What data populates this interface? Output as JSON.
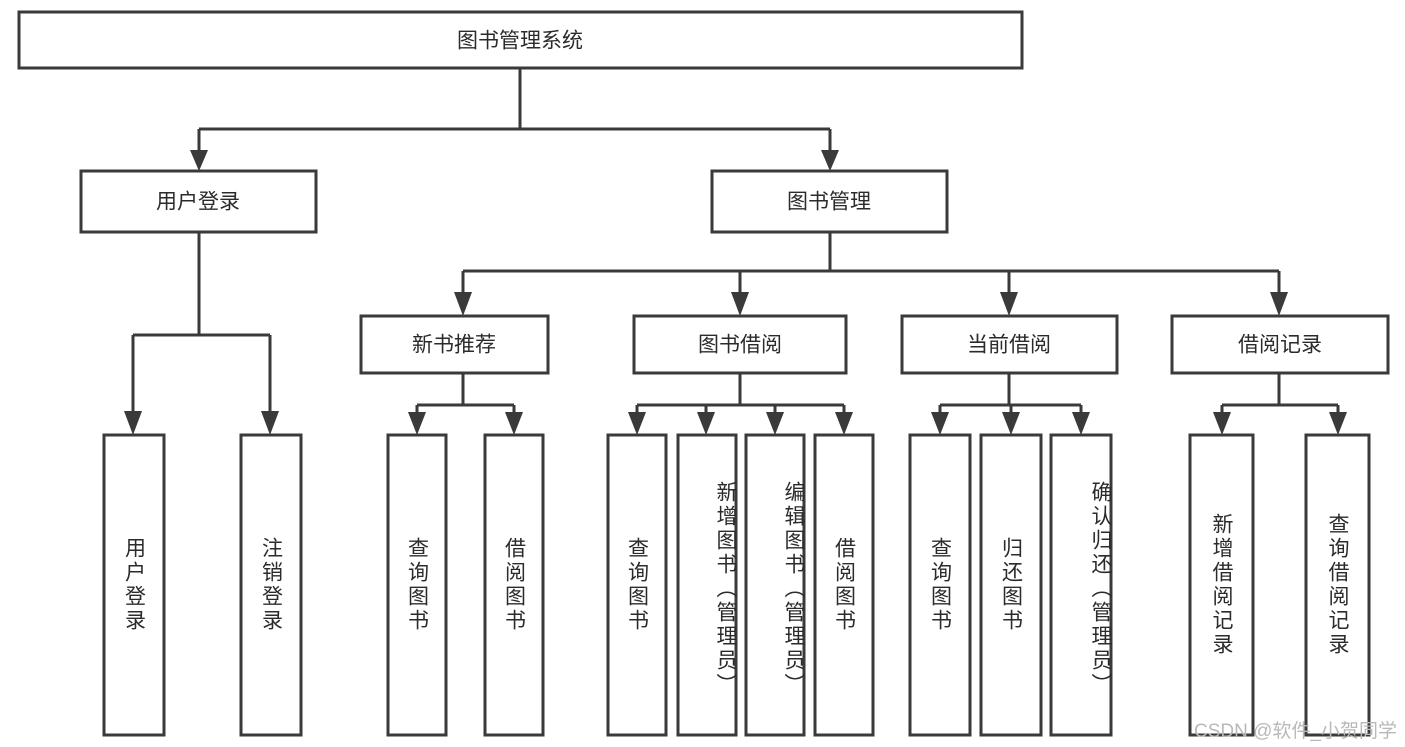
{
  "diagram": {
    "title_node": {
      "label": "图书管理系统"
    },
    "level2": [
      {
        "id": "user-login",
        "label": "用户登录"
      },
      {
        "id": "book-management",
        "label": "图书管理"
      }
    ],
    "level3": [
      {
        "id": "new-book-recommend",
        "label": "新书推荐"
      },
      {
        "id": "book-borrow",
        "label": "图书借阅"
      },
      {
        "id": "current-borrow",
        "label": "当前借阅"
      },
      {
        "id": "borrow-record",
        "label": "借阅记录"
      }
    ],
    "leaves": {
      "user_login": [
        {
          "id": "leaf-user-login",
          "label": "用户登录"
        },
        {
          "id": "leaf-logout-login",
          "label": "注销登录"
        }
      ],
      "new_book_recommend": [
        {
          "id": "leaf-query-book-1",
          "label": "查询图书"
        },
        {
          "id": "leaf-borrow-book-1",
          "label": "借阅图书"
        }
      ],
      "book_borrow": [
        {
          "id": "leaf-query-book-2",
          "label": "查询图书"
        },
        {
          "id": "leaf-add-book-admin",
          "label": "新增图书（管理员）"
        },
        {
          "id": "leaf-edit-book-admin",
          "label": "编辑图书（管理员）"
        },
        {
          "id": "leaf-borrow-book-2",
          "label": "借阅图书"
        }
      ],
      "current_borrow": [
        {
          "id": "leaf-query-book-3",
          "label": "查询图书"
        },
        {
          "id": "leaf-return-book",
          "label": "归还图书"
        },
        {
          "id": "leaf-confirm-return-admin",
          "label": "确认归还（管理员）"
        }
      ],
      "borrow_record": [
        {
          "id": "leaf-add-borrow-record",
          "label": "新增借阅记录"
        },
        {
          "id": "leaf-query-borrow-record",
          "label": "查询借阅记录"
        }
      ]
    }
  },
  "watermark": {
    "text": "CSDN @软件_小贺同学"
  },
  "colors": {
    "stroke": "#3a3a3a",
    "box_fill": "#ffffff",
    "text": "#2b2b2b",
    "watermark": "#b9b9b9",
    "background": "#ffffff"
  }
}
